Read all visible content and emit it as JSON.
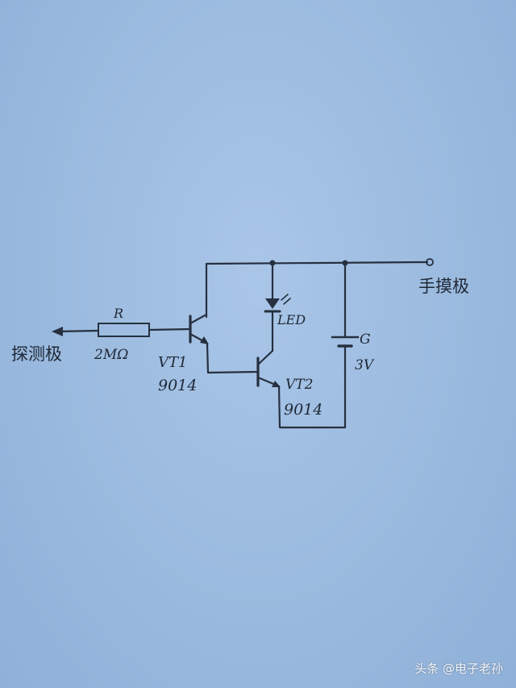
{
  "labels": {
    "resistor_name": "R",
    "resistor_value": "2MΩ",
    "probe": "探测极",
    "hand_electrode": "手摸极",
    "vt1_name": "VT1",
    "vt1_model": "9014",
    "vt2_name": "VT2",
    "vt2_model": "9014",
    "led": "LED",
    "battery_name": "G",
    "battery_voltage": "3V"
  },
  "watermark": "头条 @电子老孙",
  "colors": {
    "paper": "#9dbce0",
    "ink": "#26303f"
  }
}
